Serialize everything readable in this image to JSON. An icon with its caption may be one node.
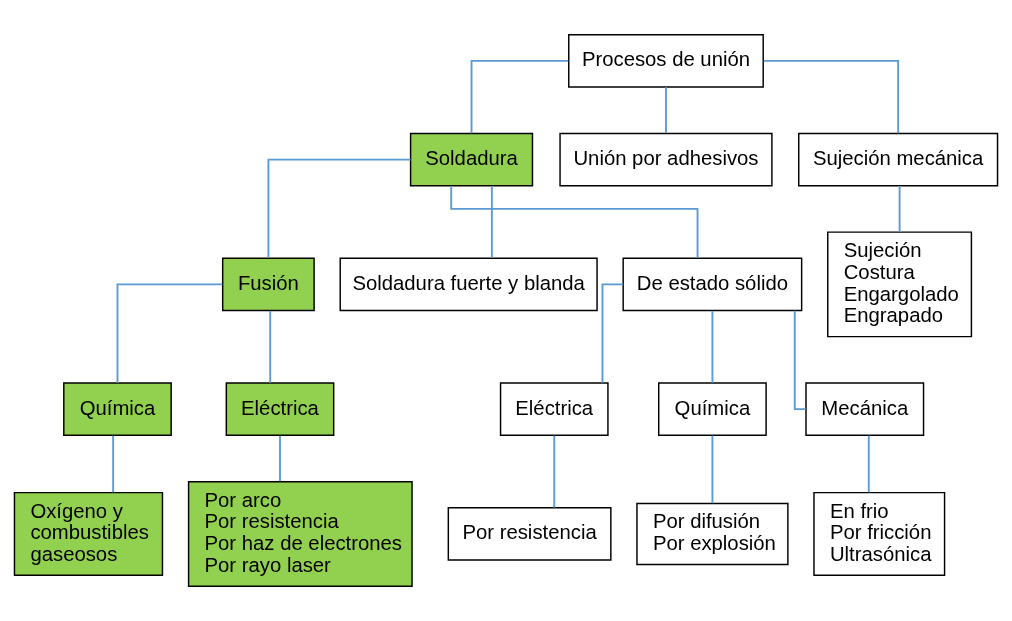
{
  "diagram": {
    "nodes": [
      {
        "text": [
          "Procesos de unión"
        ]
      },
      {
        "text": [
          "Soldadura"
        ]
      },
      {
        "text": [
          "Unión por adhesivos"
        ]
      },
      {
        "text": [
          "Sujeción mecánica"
        ]
      },
      {
        "text": [
          "Sujeción",
          "Costura",
          "Engargolado",
          "Engrapado"
        ]
      },
      {
        "text": [
          "Fusión"
        ]
      },
      {
        "text": [
          "Soldadura fuerte y blanda"
        ]
      },
      {
        "text": [
          "De estado sólido"
        ]
      },
      {
        "text": [
          "Química"
        ]
      },
      {
        "text": [
          "Eléctrica"
        ]
      },
      {
        "text": [
          "Oxígeno y combustibles gaseosos"
        ]
      },
      {
        "text": [
          "Por arco",
          "Por resistencia",
          "Por haz de electrones",
          "Por rayo laser"
        ]
      },
      {
        "text": [
          "Eléctrica"
        ]
      },
      {
        "text": [
          "Química"
        ]
      },
      {
        "text": [
          "Mecánica"
        ]
      },
      {
        "text": [
          "Por resistencia"
        ]
      },
      {
        "text": [
          "Por difusión",
          "Por explosión"
        ]
      },
      {
        "text": [
          "En frio",
          "Por fricción",
          "Ultrasónica"
        ]
      }
    ],
    "edges": [
      {
        "from": 0,
        "to": 1,
        "arrow": "none"
      },
      {
        "from": 0,
        "to": 2,
        "arrow": "none"
      },
      {
        "from": 0,
        "to": 3,
        "arrow": "none"
      },
      {
        "from": 3,
        "to": 4,
        "arrow": "none"
      },
      {
        "from": 1,
        "to": 5,
        "arrow": "none"
      },
      {
        "from": 1,
        "to": 6,
        "arrow": "none"
      },
      {
        "from": 1,
        "to": 7,
        "arrow": "none"
      },
      {
        "from": 5,
        "to": 8,
        "arrow": "none"
      },
      {
        "from": 5,
        "to": 9,
        "arrow": "none"
      },
      {
        "from": 8,
        "to": 10,
        "arrow": "none"
      },
      {
        "from": 9,
        "to": 11,
        "arrow": "none"
      },
      {
        "from": 7,
        "to": 12,
        "arrow": "none"
      },
      {
        "from": 7,
        "to": 13,
        "arrow": "none"
      },
      {
        "from": 7,
        "to": 14,
        "arrow": "none"
      },
      {
        "from": 12,
        "to": 15,
        "arrow": "none"
      },
      {
        "from": 13,
        "to": 16,
        "arrow": "none"
      },
      {
        "from": 14,
        "to": 17,
        "arrow": "none"
      }
    ]
  }
}
